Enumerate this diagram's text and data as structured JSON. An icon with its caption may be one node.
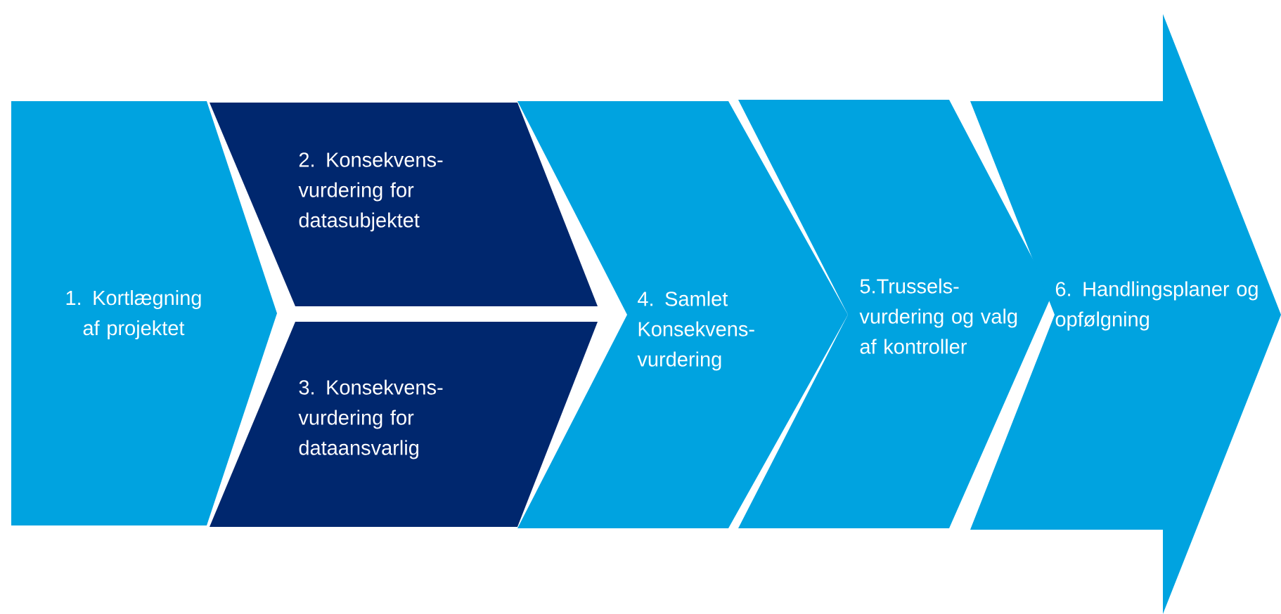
{
  "diagram": {
    "nodes": [
      {
        "text": [
          "1. Kortlægning af projektet"
        ]
      },
      {
        "text": [
          "2. Konsekvens- vurdering for datasubjektet"
        ]
      },
      {
        "text": [
          "3. Konsekvens- vurdering for dataansvarlig"
        ]
      },
      {
        "text": [
          "4. Samlet Konsekvens- vurdering"
        ]
      },
      {
        "text": [
          "5.Trussels- vurdering og valg af kontroller"
        ]
      },
      {
        "text": [
          "6. Handlingsplaner og opfølgning"
        ]
      }
    ]
  }
}
